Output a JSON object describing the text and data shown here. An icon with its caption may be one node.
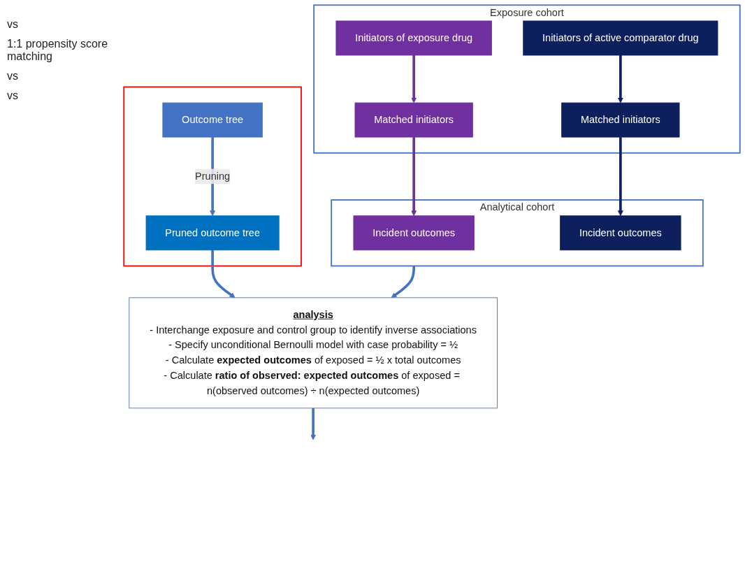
{
  "diagram": {
    "nodes": [
      {
        "text": [
          "Exposure cohort"
        ]
      },
      {
        "text": [
          "Initiators of exposure drug"
        ],
        "in": 0
      },
      {
        "text": [
          "Initiators of active comparator drug"
        ],
        "in": 0
      },
      {
        "text": [
          "Matched initiators"
        ],
        "in": 0
      },
      {
        "text": [
          "Matched initiators"
        ],
        "in": 0
      },
      {
        "text": [
          "Analytical cohort"
        ]
      },
      {
        "text": [
          "Incident outcomes"
        ],
        "in": 5
      },
      {
        "text": [
          "Incident outcomes"
        ],
        "in": 5
      },
      {
        "text": [],
        "shape": "box"
      },
      {
        "text": [
          "Outcome tree"
        ],
        "in": 8
      },
      {
        "text": [
          "Pruned outcome tree"
        ],
        "in": 8
      },
      {
        "text": [
          "analysis",
          "- Interchange exposure and control group to identify inverse associations",
          "- Specify unconditional Bernoulli model with case probability = ½",
          "- Calculate **expected outcomes** of exposed = ½ x total outcomes",
          "- Calculate **ratio of observed: expected outcomes** of exposed = n(observed outcomes) ÷ n(expected outcomes)"
        ]
      }
    ],
    "edges": [
      {
        "from": 1,
        "to": 3,
        "arrow": "to",
        "color": "#7030a0"
      },
      {
        "from": 2,
        "to": 4,
        "arrow": "to",
        "color": "#0d1f5c"
      },
      {
        "from": 3,
        "to": 6,
        "arrow": "to",
        "color": "#7030a0"
      },
      {
        "from": 4,
        "to": 7,
        "arrow": "to",
        "color": "#0d1f5c"
      },
      {
        "from": 5,
        "to": 11,
        "arrow": "to"
      },
      {
        "from": 9,
        "to": 10,
        "label": "Pruning",
        "arrow": "to"
      },
      {
        "from": 10,
        "to": 11,
        "arrow": "to"
      },
      {
        "from": 11,
        "to": null,
        "arrow": "to"
      }
    ],
    "labels": [
      "vs",
      "1:1 propensity score matching",
      "vs",
      "vs"
    ]
  }
}
